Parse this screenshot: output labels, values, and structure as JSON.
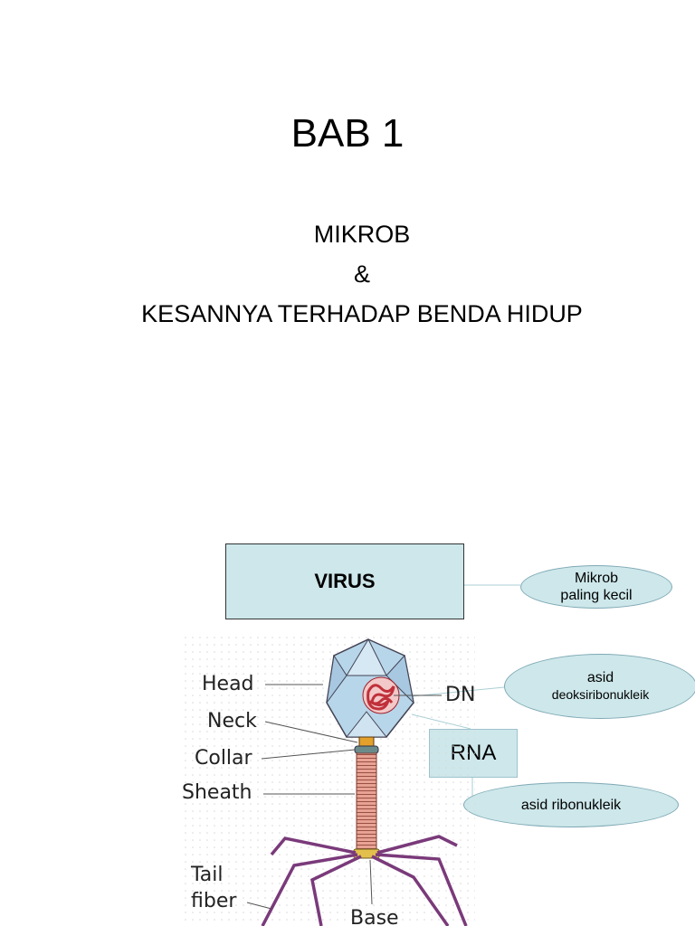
{
  "title": "BAB 1",
  "subtitle": {
    "line1": "MIKROB",
    "line2": "&",
    "line3": "KESANNYA TERHADAP BENDA HIDUP"
  },
  "virus_box": {
    "label": "VIRUS"
  },
  "ovals": {
    "mikrob_line1": "Mikrob",
    "mikrob_line2": "paling kecil",
    "dna_line1": "asid",
    "dna_line2": "deoksiribonukleik",
    "rna": "asid ribonukleik"
  },
  "rna_box": {
    "label": "RNA"
  },
  "diagram": {
    "head": "Head",
    "neck": "Neck",
    "collar": "Collar",
    "sheath": "Sheath",
    "tail": "Tail",
    "fiber": "fiber",
    "dna": "DNA",
    "base": "Base"
  },
  "colors": {
    "box_fill": "#cde7ea",
    "capsid": "#b8d6ea",
    "dna_coil": "#c0303a",
    "sheath": "#d98a7a",
    "fiber": "#7a3a7a"
  }
}
